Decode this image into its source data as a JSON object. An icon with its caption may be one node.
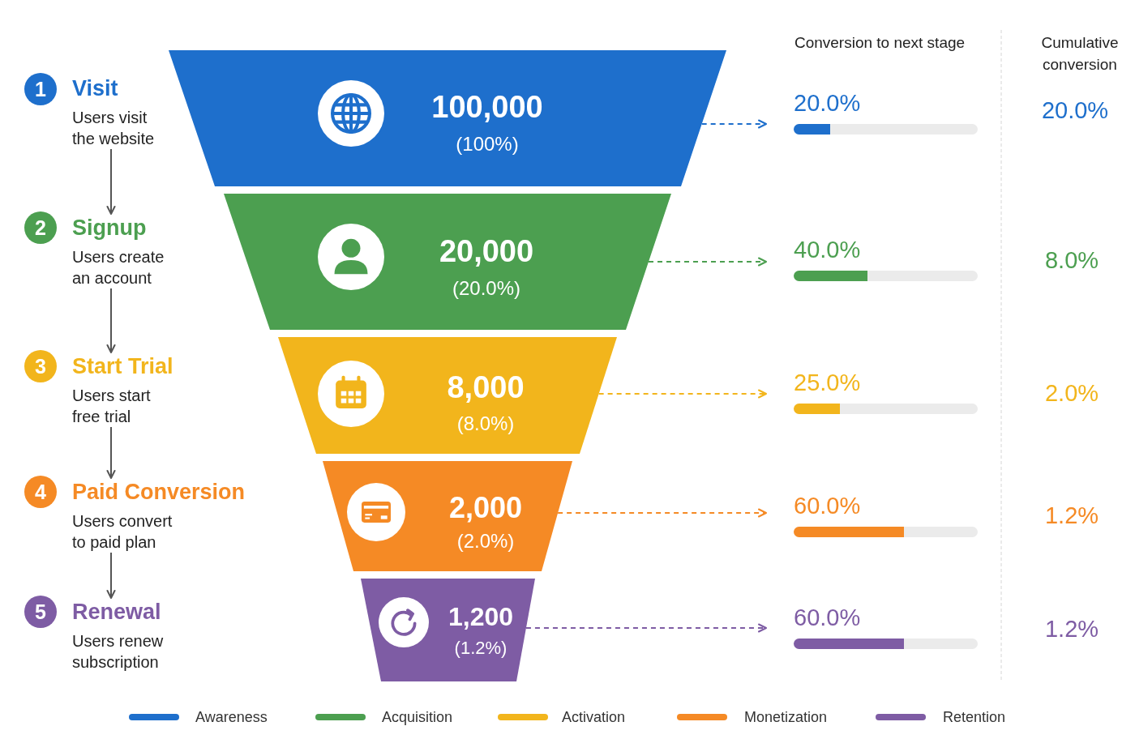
{
  "diagram": {
    "nodes": [
      {
        "text": [
          "1"
        ]
      },
      {
        "text": [
          "Visit",
          "Users visit the website"
        ]
      },
      {
        "text": [
          "2"
        ]
      },
      {
        "text": [
          "Signup",
          "Users create an account"
        ]
      },
      {
        "text": [
          "3"
        ]
      },
      {
        "text": [
          "Start Trial",
          "Users start free trial"
        ]
      },
      {
        "text": [
          "4"
        ]
      },
      {
        "text": [
          "Paid Conversion",
          "Users convert to paid plan"
        ]
      },
      {
        "text": [
          "5"
        ]
      },
      {
        "text": [
          "Renewal",
          "Users renew subscription"
        ]
      },
      {
        "text": [
          "100,000",
          "(100%)"
        ]
      },
      {
        "text": [
          "20,000",
          "(20.0%)"
        ]
      },
      {
        "text": [
          "8,000",
          "(8.0%)"
        ]
      },
      {
        "text": [
          "2,000",
          "(2.0%)"
        ]
      },
      {
        "text": [
          "1,200",
          "(1.2%)"
        ]
      },
      {
        "text": [
          "20.0%"
        ]
      },
      {
        "text": [
          "40.0%"
        ]
      },
      {
        "text": [
          "25.0%"
        ]
      },
      {
        "text": [
          "60.0%"
        ]
      },
      {
        "text": [
          "60.0%"
        ]
      }
    ],
    "edges": [
      {
        "from": 1,
        "to": 3,
        "arrow": "to"
      },
      {
        "from": 3,
        "to": 5,
        "arrow": "to"
      },
      {
        "from": 5,
        "to": 7,
        "arrow": "to"
      },
      {
        "from": 7,
        "to": 9,
        "arrow": "to"
      },
      {
        "from": 10,
        "to": 15,
        "arrow": "to",
        "style": "dashed",
        "color": "#1e6fcc"
      },
      {
        "from": 11,
        "to": 16,
        "arrow": "to",
        "style": "dashed",
        "color": "#4c9f50"
      },
      {
        "from": 12,
        "to": 17,
        "arrow": "to",
        "style": "dashed",
        "color": "#f2b51c"
      },
      {
        "from": 13,
        "to": 18,
        "arrow": "to",
        "style": "dashed",
        "color": "#f58a25"
      },
      {
        "from": 14,
        "to": 19,
        "arrow": "to",
        "style": "dashed",
        "color": "#7e5ca4"
      }
    ],
    "labels": [
      "Conversion to next stage",
      "Cumulative conversion",
      "20.0%",
      "8.0%",
      "2.0%",
      "1.2%",
      "1.2%"
    ],
    "legend": [
      {
        "text": "Awareness",
        "color": "#1e6fcc"
      },
      {
        "text": "Acquisition",
        "color": "#4c9f50"
      },
      {
        "text": "Activation",
        "color": "#f2b51c"
      },
      {
        "text": "Monetization",
        "color": "#f58a25"
      },
      {
        "text": "Retention",
        "color": "#7e5ca4"
      }
    ]
  }
}
